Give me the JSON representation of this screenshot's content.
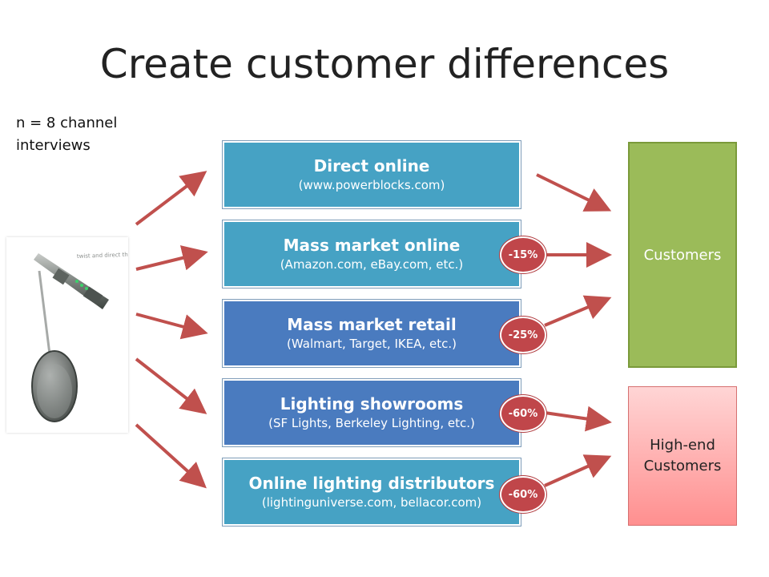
{
  "title": "Create customer differences",
  "note": {
    "line1": "n = 8 channel",
    "line2": "interviews"
  },
  "product_image": {
    "label": "twist and direct the light"
  },
  "channels": [
    {
      "name": "Direct online",
      "sub": "(www.powerblocks.com)"
    },
    {
      "name": "Mass market online",
      "sub": "(Amazon.com, eBay.com, etc.)",
      "badge": "-15%"
    },
    {
      "name": "Mass market retail",
      "sub": "(Walmart, Target, IKEA, etc.)",
      "badge": "-25%"
    },
    {
      "name": "Lighting showrooms",
      "sub": "(SF Lights, Berkeley Lighting, etc.)",
      "badge": "-60%"
    },
    {
      "name": "Online lighting distributors",
      "sub": "(lightinguniverse.com, bellacor.com)",
      "badge": "-60%"
    }
  ],
  "targets": {
    "customers": "Customers",
    "high_end_line1": "High-end",
    "high_end_line2": "Customers"
  },
  "colors": {
    "channel_teal": "#46a2c4",
    "channel_blue": "#4a7bbf",
    "badge": "#c0464a",
    "customers": "#9bbb59",
    "high_end": "#ff9a9a",
    "arrow": "#c0504d"
  }
}
